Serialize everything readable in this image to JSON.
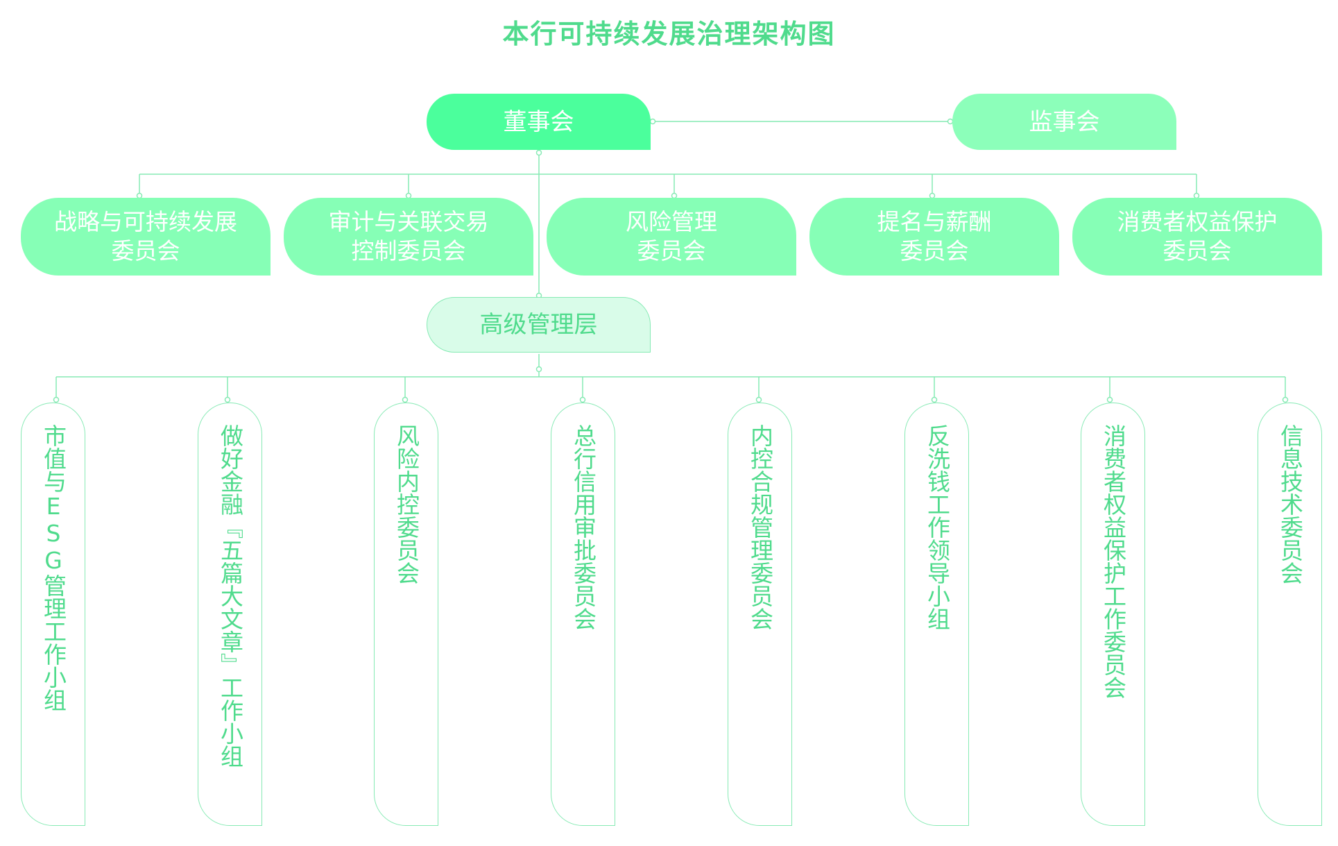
{
  "title": "本行可持续发展治理架构图",
  "colors": {
    "primary": "#4bff9c",
    "secondary": "#86ffb6",
    "light_fill": "#d9fce9",
    "line": "#86eab4",
    "text_green": "#4fdb8c"
  },
  "board": {
    "label": "董事会"
  },
  "supervisory_board": {
    "label": "监事会"
  },
  "committees": [
    {
      "line1": "战略与可持续发展",
      "line2": "委员会"
    },
    {
      "line1": "审计与关联交易",
      "line2": "控制委员会"
    },
    {
      "line1": "风险管理",
      "line2": "委员会"
    },
    {
      "line1": "提名与薪酬",
      "line2": "委员会"
    },
    {
      "line1": "消费者权益保护",
      "line2": "委员会"
    }
  ],
  "senior_management": {
    "label": "高级管理层"
  },
  "working_groups": [
    {
      "label": "市值与ESG管理工作小组"
    },
    {
      "label": "做好金融『五篇大文章』工作小组"
    },
    {
      "label": "风险内控委员会"
    },
    {
      "label": "总行信用审批委员会"
    },
    {
      "label": "内控合规管理委员会"
    },
    {
      "label": "反洗钱工作领导小组"
    },
    {
      "label": "消费者权益保护工作委员会"
    },
    {
      "label": "信息技术委员会"
    }
  ]
}
